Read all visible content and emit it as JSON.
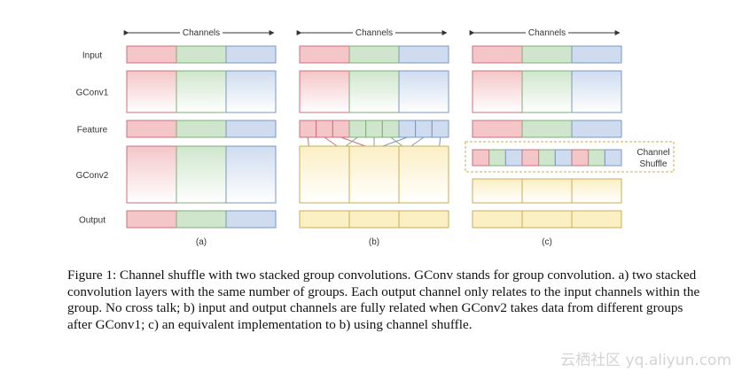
{
  "figure": {
    "row_labels": [
      "Input",
      "GConv1",
      "Feature",
      "GConv2",
      "Output"
    ],
    "channels_label": "Channels",
    "panel_labels": [
      "(a)",
      "(b)",
      "(c)"
    ],
    "shuffle_label": [
      "Channel",
      "Shuffle"
    ],
    "colors": {
      "red": "#f4c6c8",
      "red_border": "#c9707a",
      "green": "#cfe6cc",
      "green_border": "#7fae7b",
      "blue": "#cfdcf0",
      "blue_border": "#7d97bf",
      "yellow": "#fbefc4",
      "yellow_border": "#c9ad58"
    }
  },
  "caption": "Figure 1: Channel shuffle with two stacked group convolutions. GConv stands for group convolution. a) two stacked convolution layers with the same number of groups. Each output channel only relates to the input channels within the group. No cross talk; b) input and output channels are fully related when GConv2 takes data from different groups after GConv1; c) an equivalent implementation to b) using channel shuffle.",
  "watermark": "云栖社区 yq.aliyun.com"
}
